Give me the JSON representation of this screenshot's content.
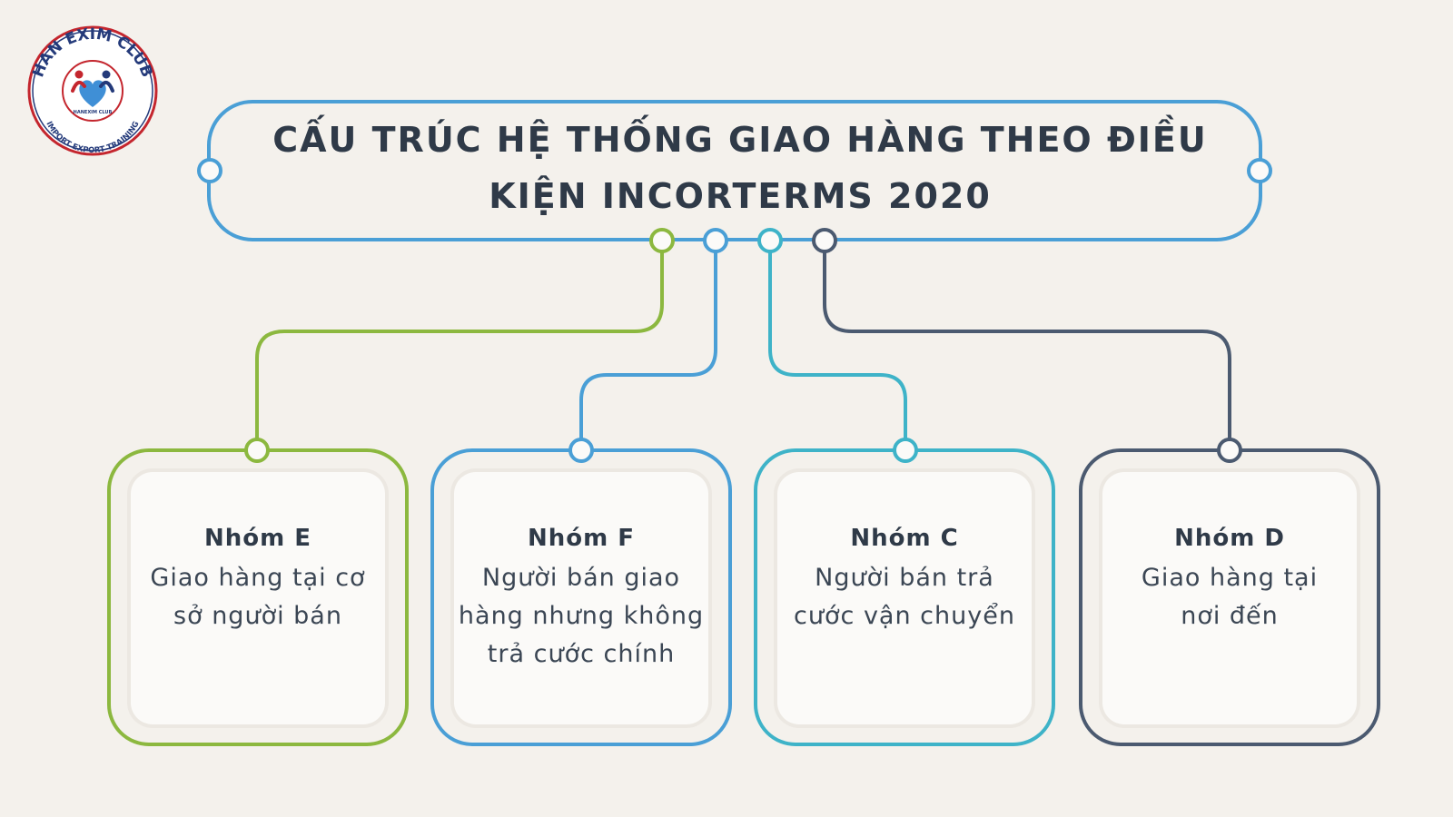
{
  "logo": {
    "name": "HAN EXIM CLUB",
    "tagline": "IMPORT EXPORT TRAINING",
    "inner_text": "HANEXIM CLUB"
  },
  "title": {
    "line1": "CẤU TRÚC HỆ THỐNG GIAO HÀNG THEO ĐIỀU",
    "line2": "KIỆN INCORTERMS 2020"
  },
  "groups": [
    {
      "name": "Nhóm E",
      "desc": "Giao hàng tại cơ sở người bán",
      "color": "#8cb83f"
    },
    {
      "name": "Nhóm F",
      "desc": "Người bán giao hàng nhưng không trả cước chính",
      "color": "#4a9fd6"
    },
    {
      "name": "Nhóm C",
      "desc": "Người bán trả cước vận chuyển",
      "color": "#3eb3c8"
    },
    {
      "name": "Nhóm D",
      "desc": "Giao hàng tại nơi đến",
      "color": "#4b5a70"
    }
  ],
  "colors": {
    "background": "#f4f1ec",
    "title_border": "#4a9fd6",
    "text": "#2f3a48",
    "logo_red": "#c4262e",
    "logo_navy": "#243a7a"
  }
}
